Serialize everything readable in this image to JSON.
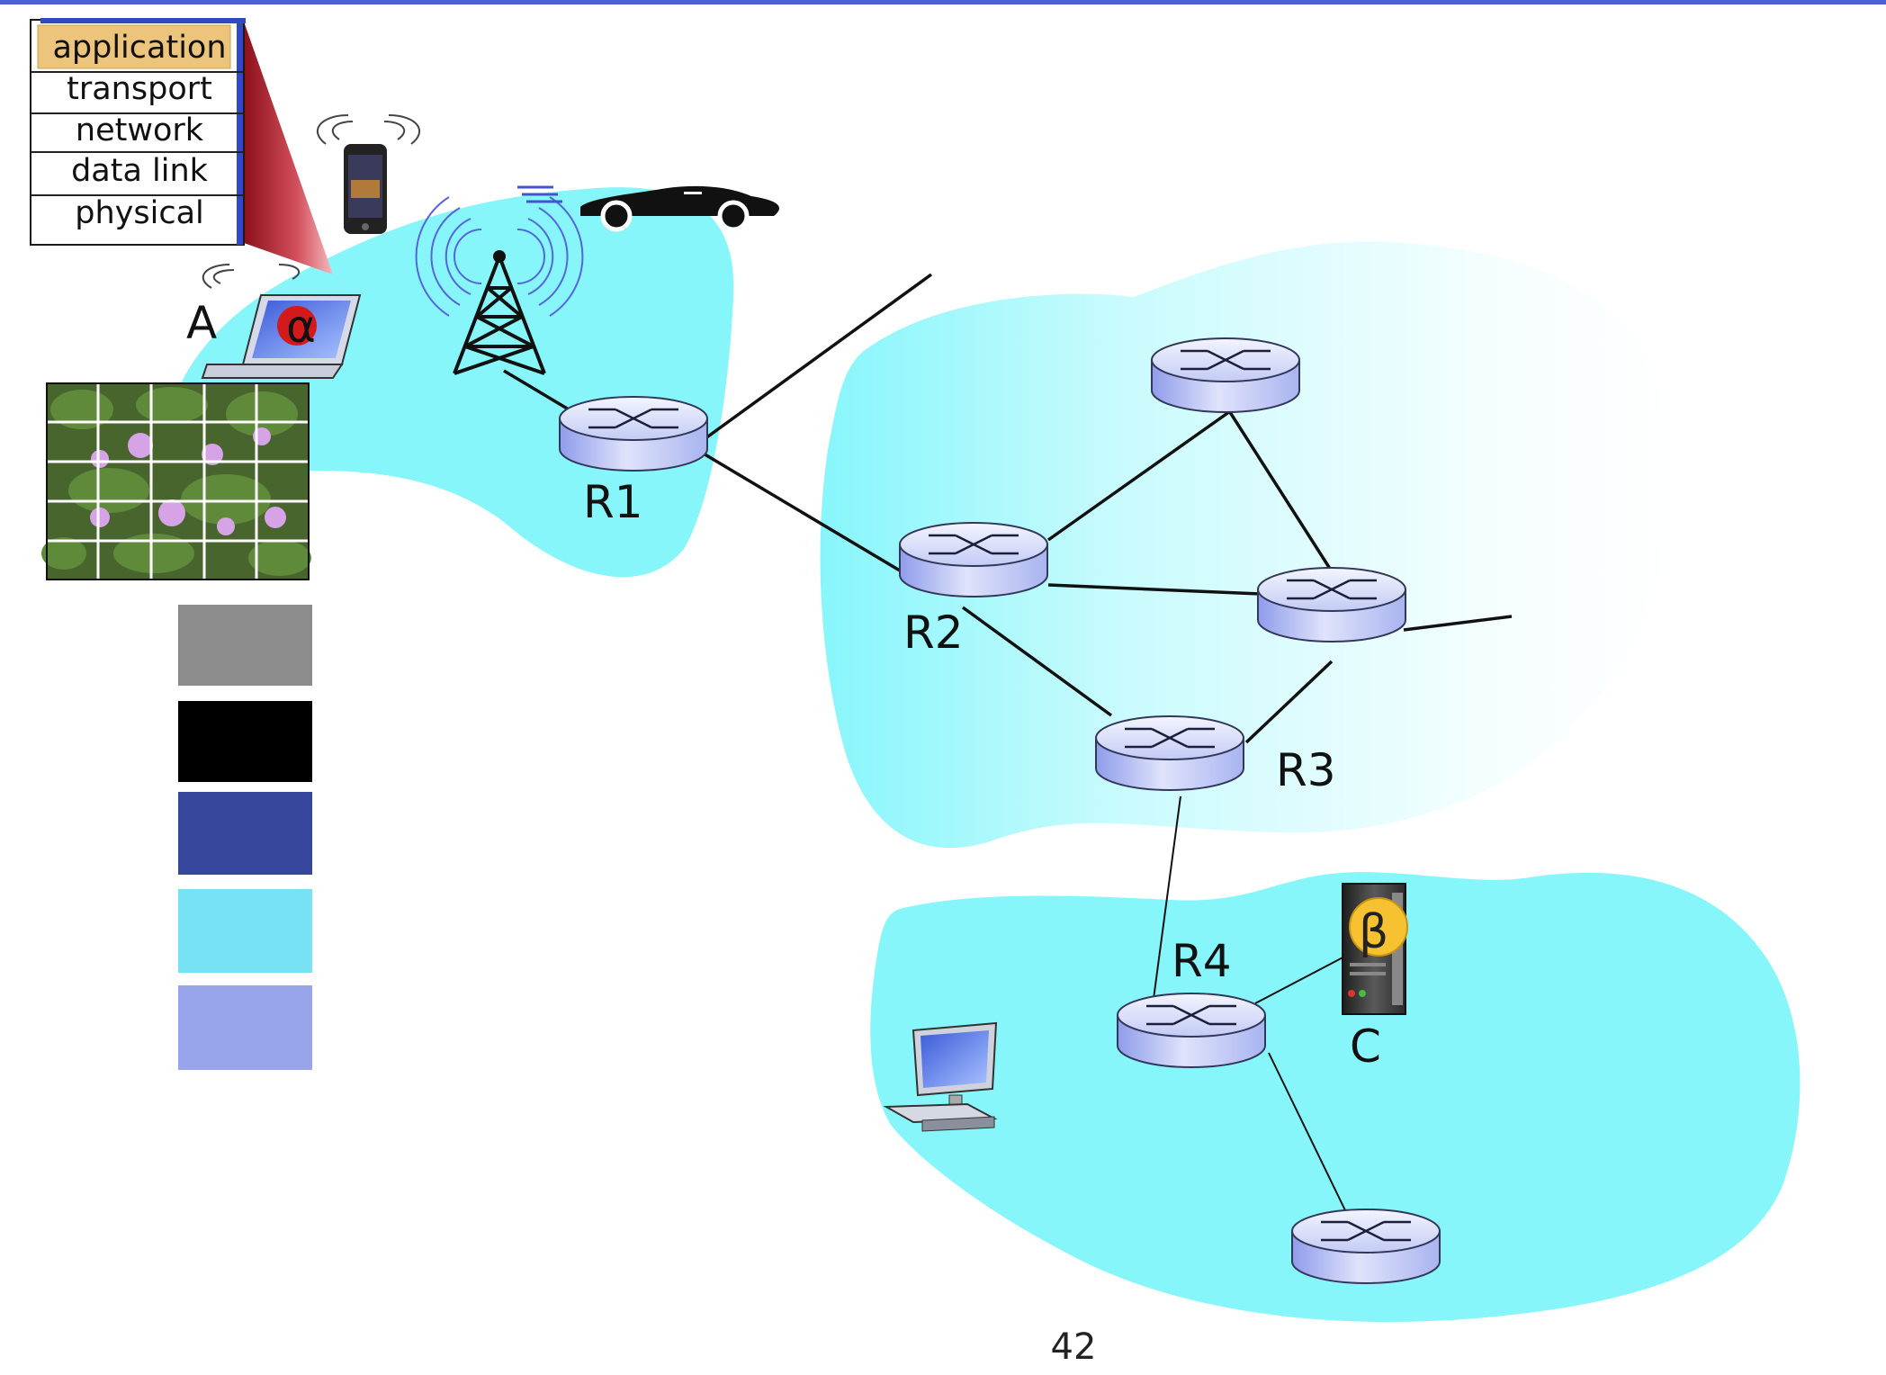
{
  "protocol_stack": {
    "layers": [
      "application",
      "transport",
      "network",
      "data link",
      "physical"
    ],
    "highlighted": "application",
    "highlight_color": "#ecc47c"
  },
  "routers": {
    "r1": "R1",
    "r2": "R2",
    "r3": "R3",
    "r4": "R4"
  },
  "hosts": {
    "a": "A",
    "c": "C"
  },
  "symbols": {
    "alpha": "α",
    "beta": "β"
  },
  "palette": {
    "swatches": [
      "#8c8c8c",
      "#000000",
      "#36469c",
      "#77e2f3",
      "#98a5ea"
    ]
  },
  "colors": {
    "network_cloud": "#87f6fb",
    "top_bar": "#4a5fd8",
    "router_body": "#b8c2f4"
  },
  "icons": [
    "smartphone-icon",
    "car-icon",
    "cell-tower-icon",
    "laptop-icon",
    "server-icon",
    "desktop-computer-icon",
    "router-icon"
  ],
  "page_number": "42"
}
